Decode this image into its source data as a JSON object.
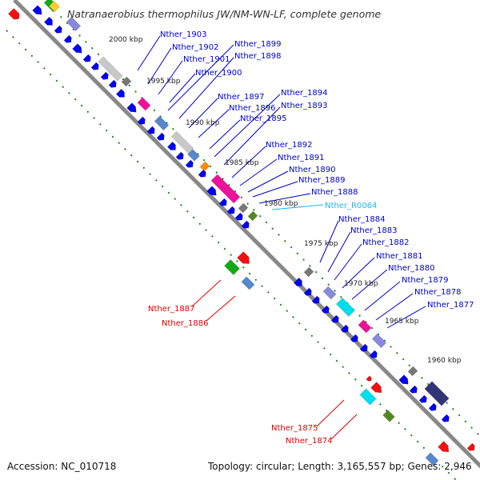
{
  "title": "Natranaerobius thermophilus JW/NM-WN-LF, complete genome",
  "accession": "Accession: NC_010718",
  "summary": "Topology: circular; Length: 3,165,557 bp; Genes: 2,946",
  "colors": {
    "cds": "#0000ee",
    "label_forward": "#0000cc",
    "label_reverse": "#dd0000",
    "label_rna": "#22b5e6",
    "backbone": "#888888",
    "dots": "#1a8a1a"
  },
  "ticks": [
    "2000 kbp",
    "1995 kbp",
    "1990 kbp",
    "1985 kbp",
    "1980 kbp",
    "1975 kbp",
    "1970 kbp",
    "1965 kbp",
    "1960 kbp"
  ],
  "labels_forward": [
    "Nther_1903",
    "Nther_1902",
    "Nther_1901",
    "Nther_1900",
    "Nther_1899",
    "Nther_1898",
    "Nther_1897",
    "Nther_1896",
    "Nther_1895",
    "Nther_1894",
    "Nther_1893",
    "Nther_1892",
    "Nther_1891",
    "Nther_1890",
    "Nther_1889",
    "Nther_1888",
    "Nther_1884",
    "Nther_1883",
    "Nther_1882",
    "Nther_1881",
    "Nther_1880",
    "Nther_1879",
    "Nther_1878",
    "Nther_1877"
  ],
  "labels_rna": [
    "Nther_R0064"
  ],
  "labels_reverse": [
    "Nther_1887",
    "Nther_1886",
    "Nther_1875",
    "Nther_1874"
  ]
}
